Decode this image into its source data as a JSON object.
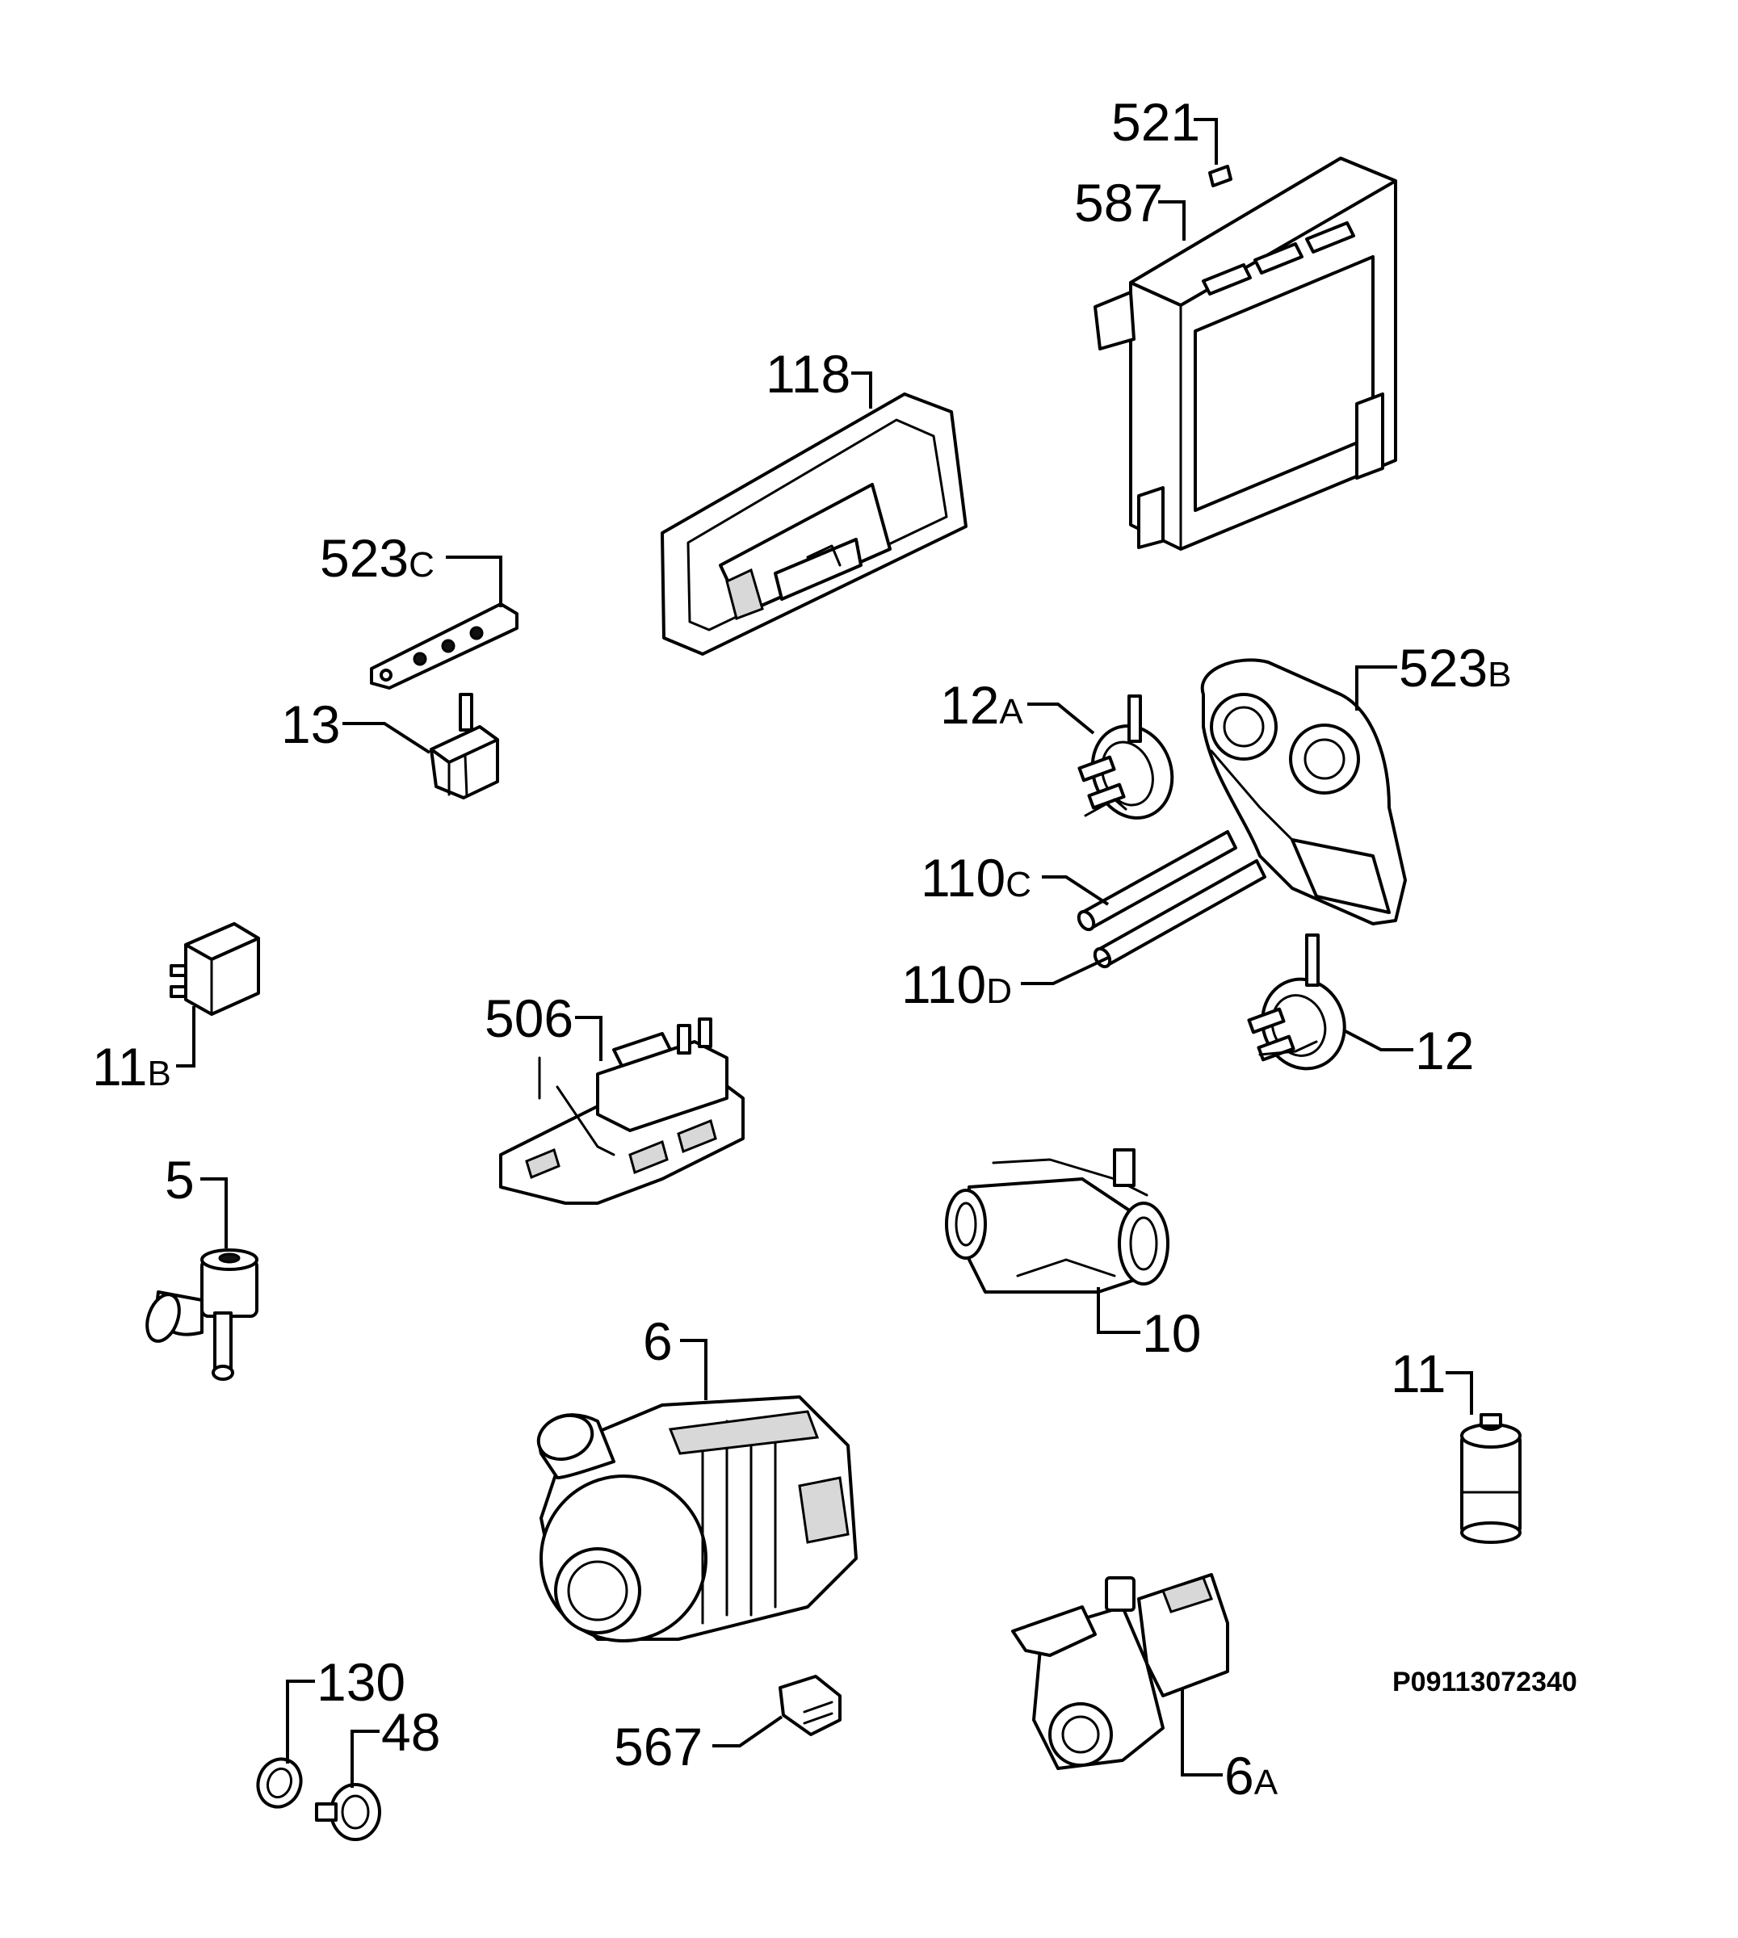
{
  "diagram": {
    "drawing_code": "P09113072340",
    "callouts": {
      "c521": {
        "num": "521",
        "suf": ""
      },
      "c587": {
        "num": "587",
        "suf": ""
      },
      "c118": {
        "num": "118",
        "suf": ""
      },
      "c523c": {
        "num": "523",
        "suf": "C"
      },
      "c523b": {
        "num": "523",
        "suf": "B"
      },
      "c12a": {
        "num": "12",
        "suf": "A"
      },
      "c13": {
        "num": "13",
        "suf": ""
      },
      "c110c": {
        "num": "110",
        "suf": "C"
      },
      "c110d": {
        "num": "110",
        "suf": "D"
      },
      "c11b": {
        "num": "11",
        "suf": "B"
      },
      "c506": {
        "num": "506",
        "suf": ""
      },
      "c12": {
        "num": "12",
        "suf": ""
      },
      "c5": {
        "num": "5",
        "suf": ""
      },
      "c10": {
        "num": "10",
        "suf": ""
      },
      "c6": {
        "num": "6",
        "suf": ""
      },
      "c11": {
        "num": "11",
        "suf": ""
      },
      "c130": {
        "num": "130",
        "suf": ""
      },
      "c48": {
        "num": "48",
        "suf": ""
      },
      "c567": {
        "num": "567",
        "suf": ""
      },
      "c6a": {
        "num": "6",
        "suf": "A"
      }
    }
  }
}
